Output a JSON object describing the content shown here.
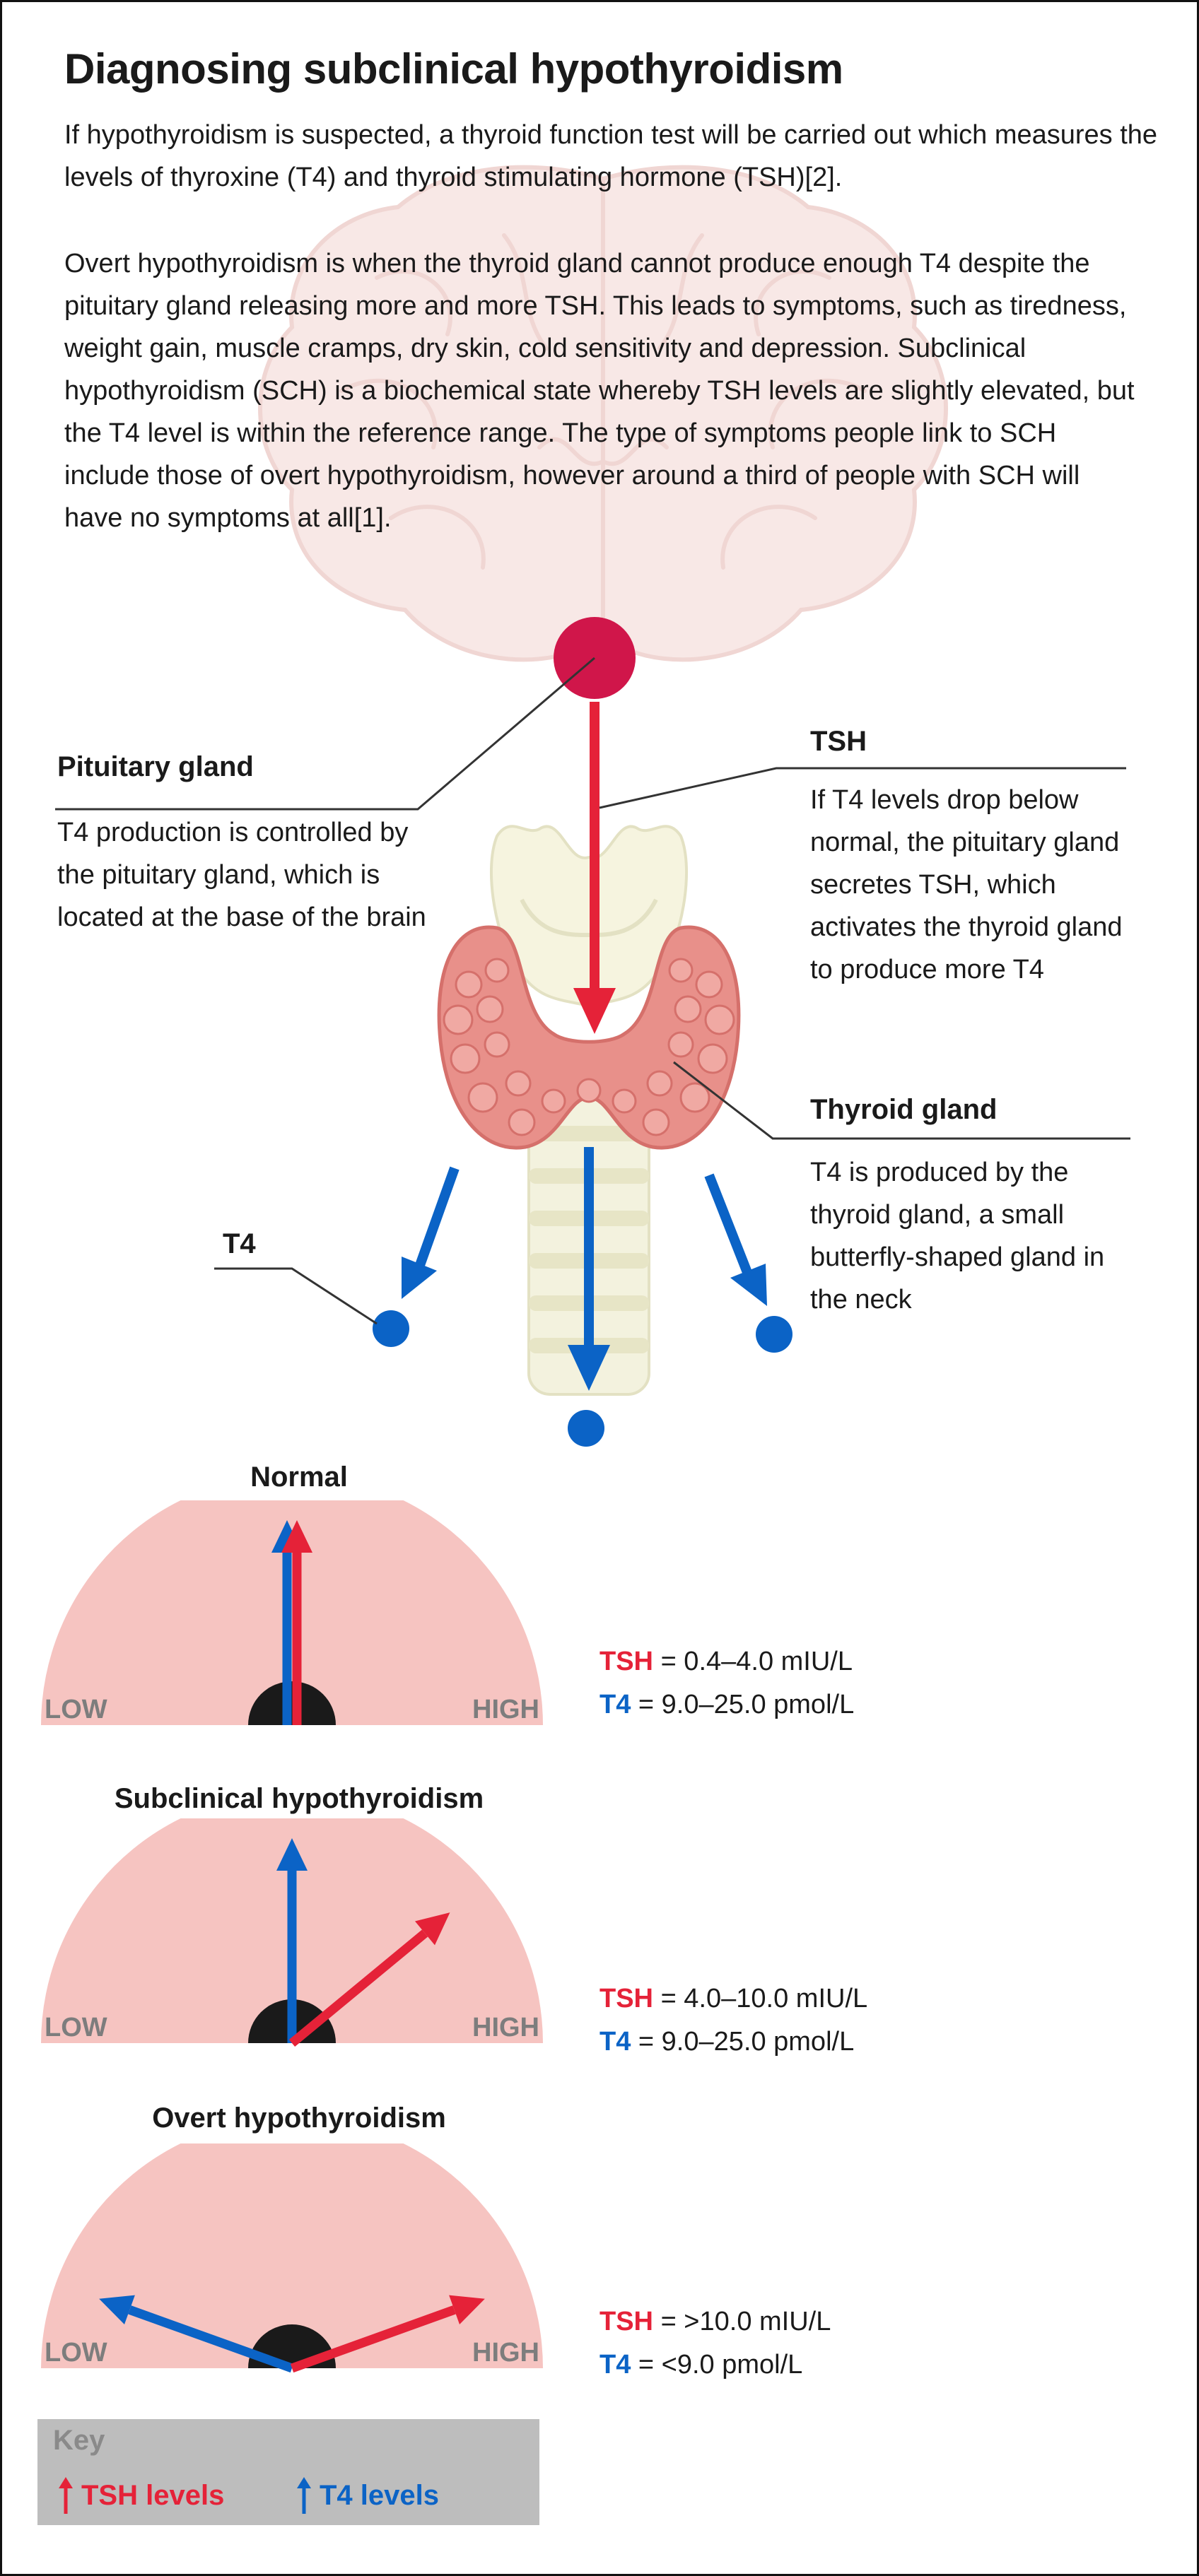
{
  "title": "Diagnosing subclinical hypothyroidism",
  "intro": "If hypothyroidism is suspected, a thyroid function test will be carried out which measures the levels of thyroxine (T4) and thyroid stimulating hormone (TSH)[2].",
  "overt_paragraph": "Overt hypothyroidism is when the thyroid gland cannot produce enough T4 despite the pituitary gland releasing more and more TSH. This leads to symptoms, such as tiredness, weight gain, muscle cramps, dry skin, cold sensitivity and depression. Subclinical hypothyroidism (SCH) is a biochemical state whereby TSH levels are slightly elevated, but the T4 level is within the reference range. The type of symptoms people link to SCH include those of overt hypothyroidism, however around a third of people with SCH will have no symptoms at all[1].",
  "labels": {
    "pituitary": {
      "heading": "Pituitary gland",
      "body": "T4 production is controlled by the pituitary gland, which is located at the base of the brain"
    },
    "tsh": {
      "heading": "TSH",
      "body": "If T4 levels drop below normal, the pituitary gland secretes TSH, which activates the thyroid gland to produce more T4"
    },
    "thyroid": {
      "heading": "Thyroid gland",
      "body": "T4 is produced by the thyroid gland, a small butterfly-shaped gland in the neck"
    },
    "t4": {
      "heading": "T4"
    }
  },
  "gauges": [
    {
      "title": "Normal",
      "low_label": "LOW",
      "high_label": "HIGH",
      "tsh_level": 0.5,
      "t4_level": 0.5,
      "tsh_key": "TSH",
      "tsh_value": "= 0.4–4.0 mIU/L",
      "t4_key": "T4",
      "t4_value": "= 9.0–25.0 pmol/L"
    },
    {
      "title": "Subclinical hypothyroidism",
      "low_label": "LOW",
      "high_label": "HIGH",
      "tsh_level": 0.78,
      "t4_level": 0.5,
      "tsh_key": "TSH",
      "tsh_value": "= 4.0–10.0 mIU/L",
      "t4_key": "T4",
      "t4_value": "= 9.0–25.0 pmol/L"
    },
    {
      "title": "Overt hypothyroidism",
      "low_label": "LOW",
      "high_label": "HIGH",
      "tsh_level": 0.89,
      "t4_level": 0.11,
      "tsh_key": "TSH",
      "tsh_value": "= >10.0 mIU/L",
      "t4_key": "T4",
      "t4_value": "= <9.0  pmol/L"
    }
  ],
  "key": {
    "title": "Key",
    "tsh_label": "TSH levels",
    "t4_label": "T4 levels"
  },
  "colors": {
    "tsh": "#e52238",
    "t4": "#0b63c6",
    "gauge_fill": "#f6c4c1",
    "pituitary": "#d0164a",
    "thyroid": "#e8908a",
    "key_bg": "#bdbdbd"
  }
}
